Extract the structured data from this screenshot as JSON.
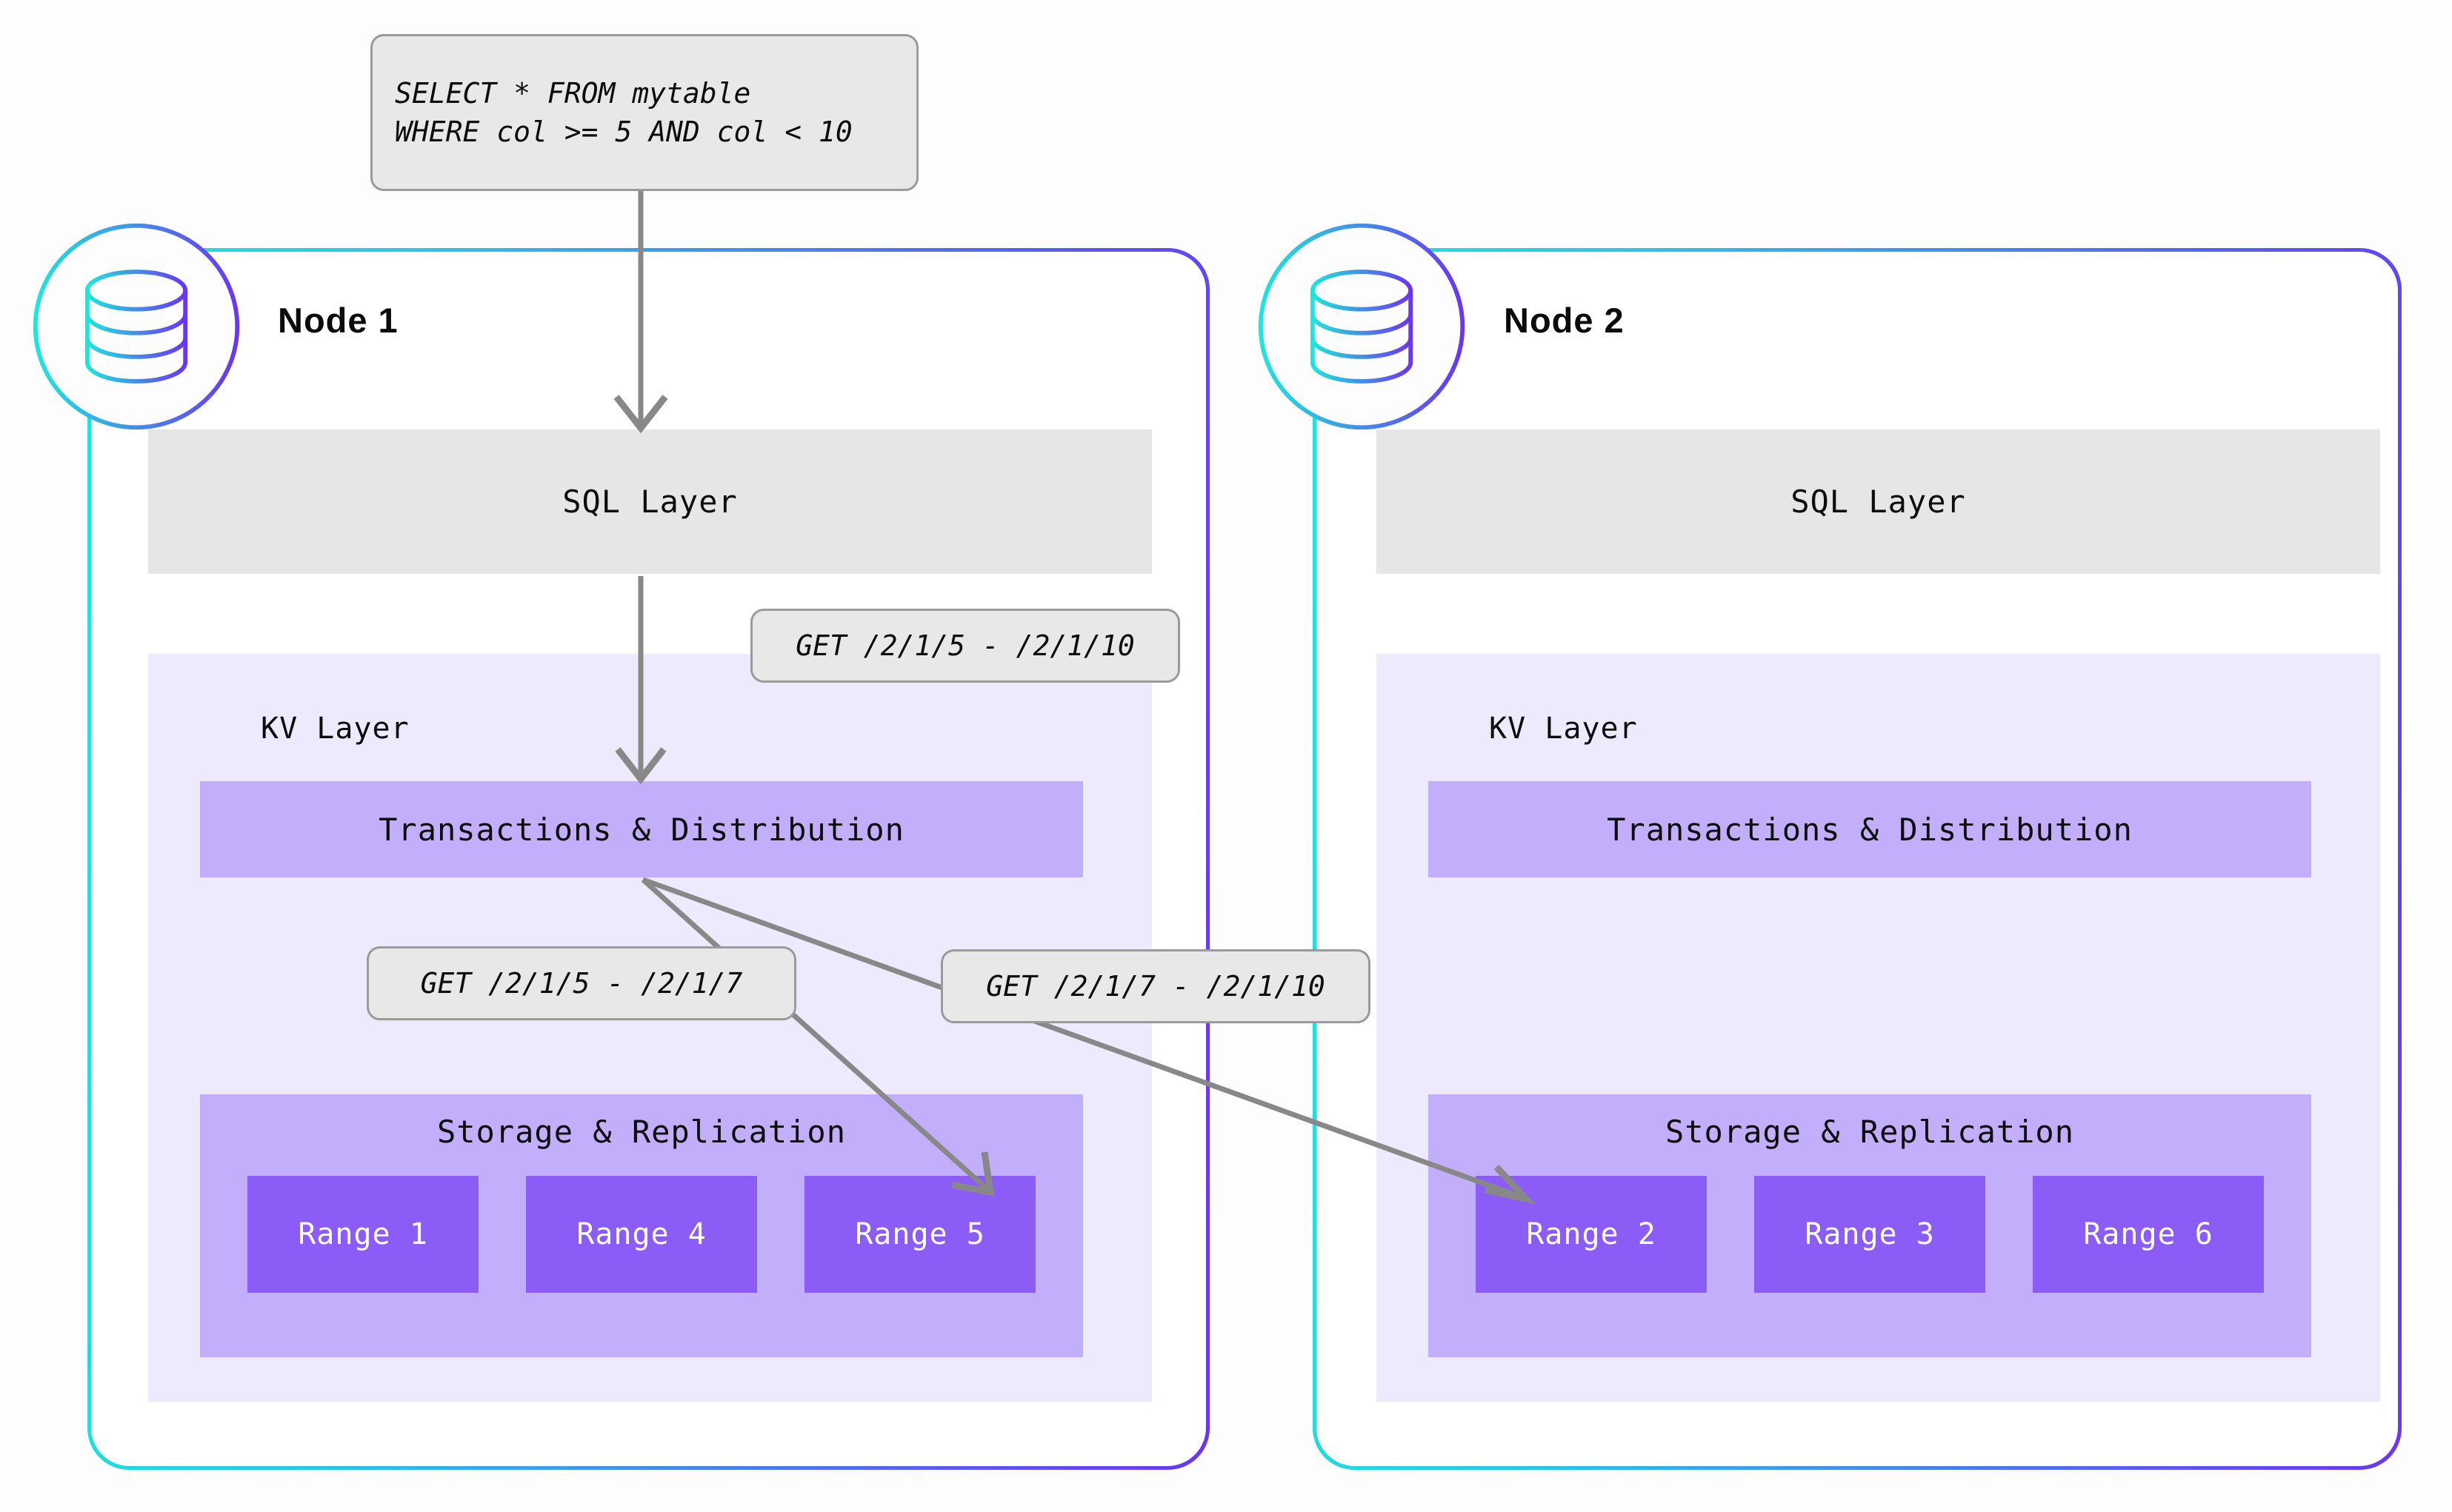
{
  "diagram": {
    "title": "Distributed SQL query routing across nodes",
    "colors": {
      "canvas_bg": "#fdfdfd",
      "gradient_start": "#1ee6dc",
      "gradient_end": "#6b35f2",
      "sql_layer_bg": "#e6e6e6",
      "kv_panel_bg": "#eeeafd",
      "txn_bar_bg": "#c3aefb",
      "storage_bg": "#c3aefb",
      "range_bg": "#8b5cf6",
      "range_text": "#ffffff",
      "chip_bg": "#e8e8e8",
      "chip_border": "#9a9a9a",
      "arrow_stroke": "#888888"
    }
  },
  "query": {
    "line1": "SELECT * FROM mytable",
    "line2": "WHERE col >= 5 AND col < 10"
  },
  "labels": {
    "get_full": "GET /2/1/5 - /2/1/10",
    "get_left": "GET /2/1/5 - /2/1/7",
    "get_right": "GET /2/1/7 - /2/1/10"
  },
  "nodes": [
    {
      "id": "node-1",
      "title": "Node 1",
      "icon": "database-icon",
      "sql_layer": "SQL Layer",
      "kv_layer": "KV Layer",
      "transactions": "Transactions & Distribution",
      "storage": "Storage & Replication",
      "ranges": [
        "Range 1",
        "Range 4",
        "Range 5"
      ]
    },
    {
      "id": "node-2",
      "title": "Node 2",
      "icon": "database-icon",
      "sql_layer": "SQL Layer",
      "kv_layer": "KV Layer",
      "transactions": "Transactions & Distribution",
      "storage": "Storage & Replication",
      "ranges": [
        "Range 2",
        "Range 3",
        "Range 6"
      ]
    }
  ],
  "flows": [
    {
      "from": "query-box",
      "to": "node-1-sql-layer",
      "label": ""
    },
    {
      "from": "node-1-sql-layer",
      "to": "node-1-transactions",
      "label": "GET /2/1/5 - /2/1/10"
    },
    {
      "from": "node-1-transactions",
      "to": "node-1-range-5",
      "label": "GET /2/1/5 - /2/1/7"
    },
    {
      "from": "node-1-transactions",
      "to": "node-2-range-2",
      "label": "GET /2/1/7 - /2/1/10"
    }
  ]
}
